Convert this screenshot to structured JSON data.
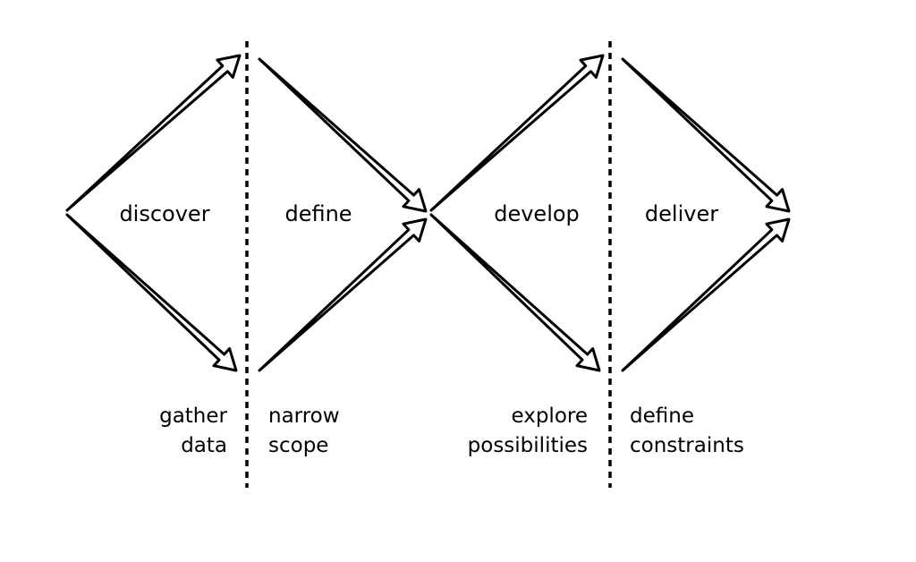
{
  "phases": [
    {
      "name": "discover"
    },
    {
      "name": "define"
    },
    {
      "name": "develop"
    },
    {
      "name": "deliver"
    }
  ],
  "notes": {
    "discover": [
      "gather",
      "data"
    ],
    "define": [
      "narrow",
      "scope"
    ],
    "develop": [
      "explore",
      "possibilities"
    ],
    "deliver": [
      "define",
      "constraints"
    ]
  },
  "colors": {
    "ink": "#000000",
    "background": "#ffffff"
  }
}
